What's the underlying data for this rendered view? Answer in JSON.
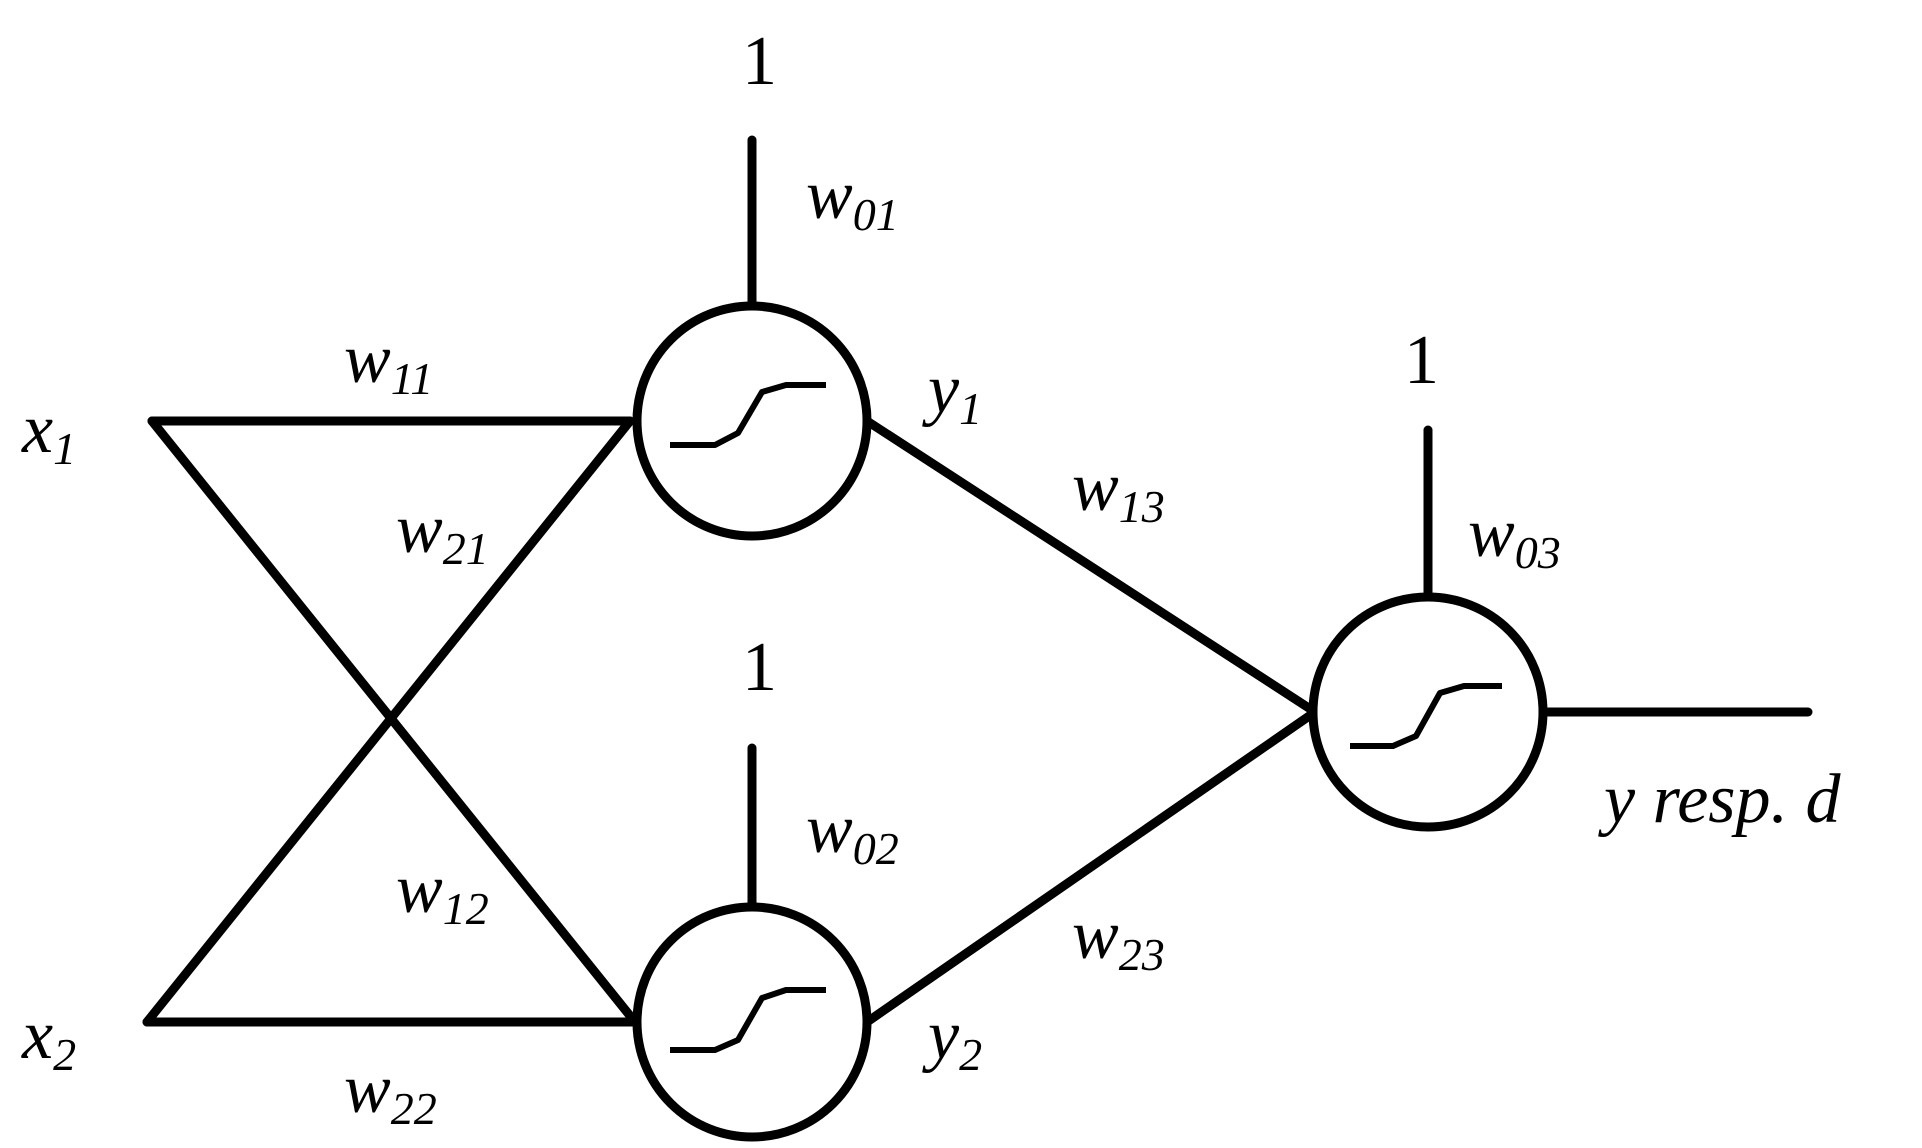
{
  "inputs": {
    "x1": {
      "base": "x",
      "sub": "1"
    },
    "x2": {
      "base": "x",
      "sub": "2"
    }
  },
  "bias_inputs": {
    "h1": "1",
    "h2": "1",
    "out": "1"
  },
  "weights": {
    "w01": {
      "base": "w",
      "sub": "01"
    },
    "w02": {
      "base": "w",
      "sub": "02"
    },
    "w03": {
      "base": "w",
      "sub": "03"
    },
    "w11": {
      "base": "w",
      "sub": "11"
    },
    "w21": {
      "base": "w",
      "sub": "21"
    },
    "w12": {
      "base": "w",
      "sub": "12"
    },
    "w22": {
      "base": "w",
      "sub": "22"
    },
    "w13": {
      "base": "w",
      "sub": "13"
    },
    "w23": {
      "base": "w",
      "sub": "23"
    }
  },
  "hidden_outputs": {
    "y1": {
      "base": "y",
      "sub": "1"
    },
    "y2": {
      "base": "y",
      "sub": "2"
    }
  },
  "output_label": "y resp. d"
}
